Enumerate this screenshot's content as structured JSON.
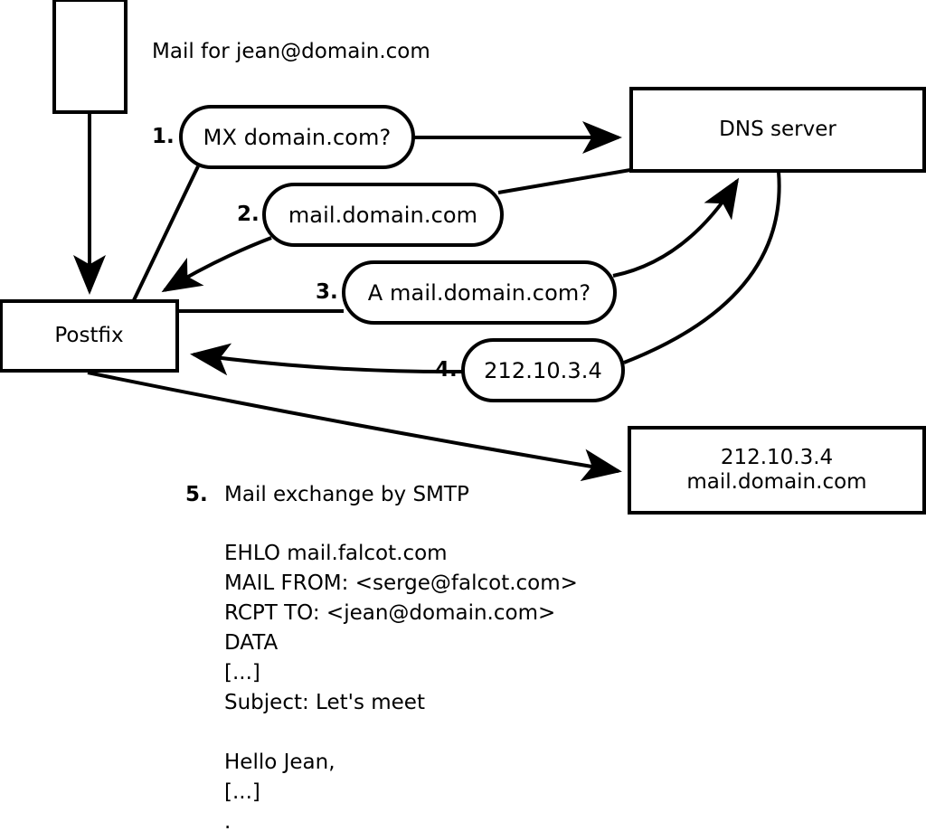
{
  "diagram": {
    "title_note": "Mail for jean@domain.com",
    "nodes": {
      "client": {
        "label": ""
      },
      "postfix": {
        "label": "Postfix"
      },
      "dns": {
        "label": "DNS server"
      },
      "mailserver": {
        "line1": "212.10.3.4",
        "line2": "mail.domain.com"
      }
    },
    "steps": [
      {
        "number": "1.",
        "message": "MX domain.com?"
      },
      {
        "number": "2.",
        "message": "mail.domain.com"
      },
      {
        "number": "3.",
        "message": "A mail.domain.com?"
      },
      {
        "number": "4.",
        "message": "212.10.3.4"
      },
      {
        "number": "5.",
        "message": "Mail exchange by SMTP"
      }
    ],
    "smtp_transcript": [
      "EHLO mail.falcot.com",
      "MAIL FROM: <serge@falcot.com>",
      "RCPT TO: <jean@domain.com>",
      "DATA",
      "[...]",
      "Subject: Let's meet",
      "",
      "Hello Jean,",
      "[...]",
      "."
    ],
    "colors": {
      "stroke": "#000000",
      "background": "#ffffff",
      "text": "#000000"
    }
  }
}
